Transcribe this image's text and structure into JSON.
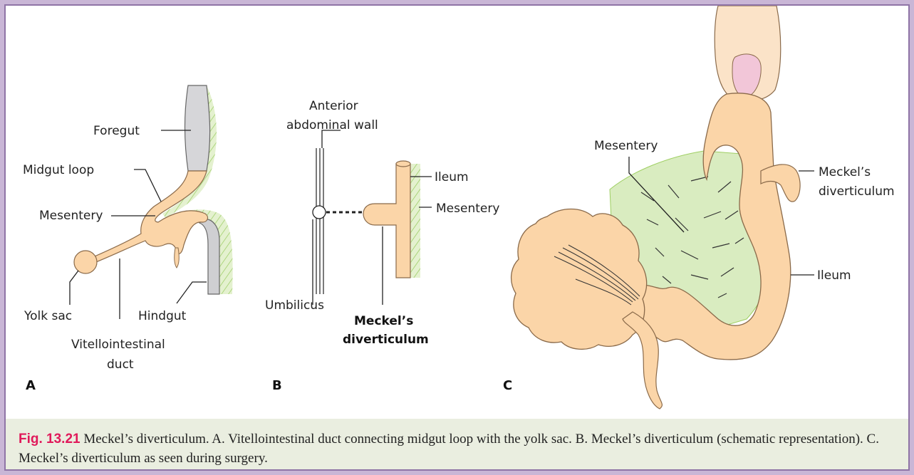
{
  "figure": {
    "panel_a": {
      "letter": "A",
      "labels": {
        "foregut": "Foregut",
        "midgut_loop": "Midgut loop",
        "mesentery": "Mesentery",
        "yolk_sac": "Yolk sac",
        "hindgut": "Hindgut",
        "duct_line1": "Vitellointestinal",
        "duct_line2": "duct"
      }
    },
    "panel_b": {
      "letter": "B",
      "labels": {
        "wall_line1": "Anterior",
        "wall_line2": "abdominal wall",
        "ileum": "Ileum",
        "mesentery": "Mesentery",
        "umbilicus": "Umbilicus",
        "meckel_line1": "Meckel’s",
        "meckel_line2": "diverticulum"
      }
    },
    "panel_c": {
      "letter": "C",
      "labels": {
        "mesentery": "Mesentery",
        "meckel_line1": "Meckel’s",
        "meckel_line2": "diverticulum",
        "ileum": "Ileum"
      }
    }
  },
  "caption": {
    "number": "Fig. 13.21",
    "text": " Meckel’s diverticulum. A. Vitellointestinal duct connecting midgut loop with the yolk sac. B. Meckel’s diverticulum (schematic representation). C. Meckel’s diverticulum as seen during surgery."
  },
  "colors": {
    "gut": "#fbd5a8",
    "gut_outline": "#8a6a4a",
    "mesentery": "#d9ecc0",
    "mesentery_edge": "#9fcf63",
    "hindgut_tube": "#cfcfd2",
    "caption_bg": "#eaeee0",
    "caption_number": "#e0195a",
    "frame": "#8f74a6"
  }
}
